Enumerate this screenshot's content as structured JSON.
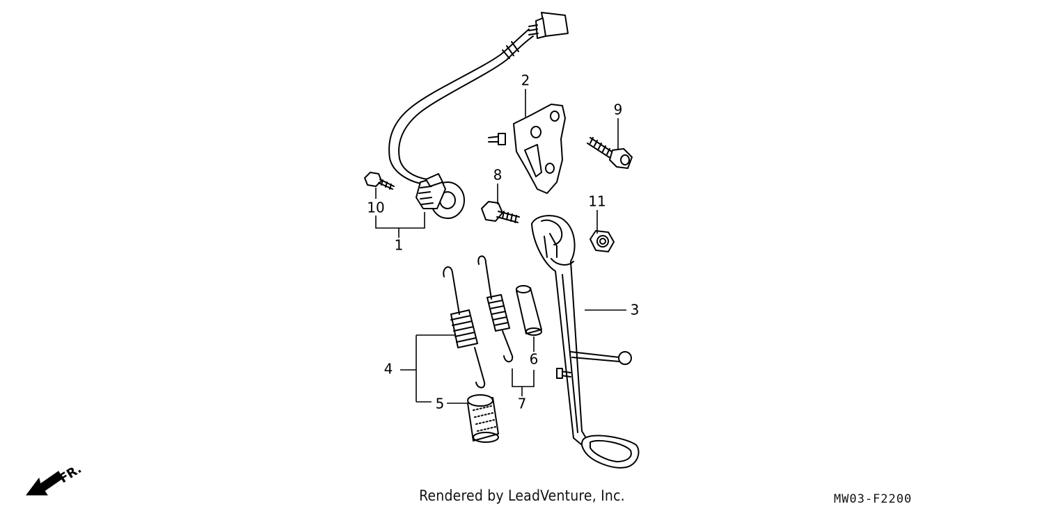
{
  "callouts": {
    "c1": "1",
    "c2": "2",
    "c3": "3",
    "c4": "4",
    "c5": "5",
    "c6": "6",
    "c7": "7",
    "c8": "8",
    "c9": "9",
    "c10": "10",
    "c11": "11"
  },
  "direction_label": "FR.",
  "credit": "Rendered by LeadVenture, Inc.",
  "diagram_code": "MW03-F2200"
}
